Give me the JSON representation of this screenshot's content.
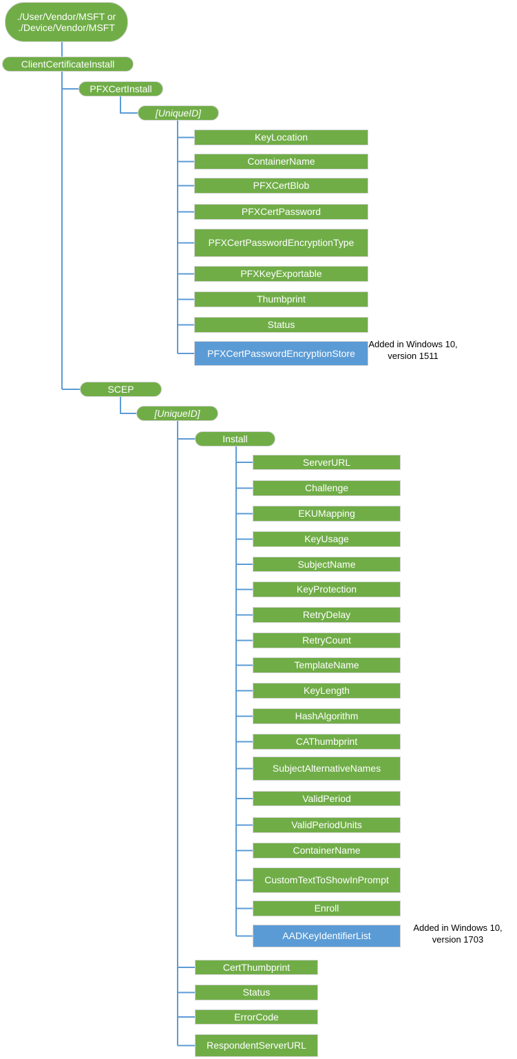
{
  "colors": {
    "node_green": "#70AD47",
    "node_blue": "#5B9BD5",
    "connector_blue": "#5B9BD5",
    "node_border": "#D3D3D3",
    "annotation_text": "#000000",
    "background": "#FFFFFF"
  },
  "tree": {
    "root": {
      "line1": "./User/Vendor/MSFT or",
      "line2": "./Device/Vendor/MSFT"
    },
    "client_certificate_install": "ClientCertificateInstall",
    "pfx": {
      "label": "PFXCertInstall",
      "unique_id": "[UniqueID]",
      "children": [
        "KeyLocation",
        "ContainerName",
        "PFXCertBlob",
        "PFXCertPassword",
        "PFXCertPasswordEncryptionType",
        "PFXKeyExportable",
        "Thumbprint",
        "Status",
        "PFXCertPasswordEncryptionStore"
      ]
    },
    "scep": {
      "label": "SCEP",
      "unique_id": "[UniqueID]",
      "install": {
        "label": "Install",
        "children": [
          "ServerURL",
          "Challenge",
          "EKUMapping",
          "KeyUsage",
          "SubjectName",
          "KeyProtection",
          "RetryDelay",
          "RetryCount",
          "TemplateName",
          "KeyLength",
          "HashAlgorithm",
          "CAThumbprint",
          "SubjectAlternativeNames",
          "ValidPeriod",
          "ValidPeriodUnits",
          "ContainerName",
          "CustomTextToShowInPrompt",
          "Enroll",
          "AADKeyIdentifierList"
        ]
      },
      "children": [
        "CertThumbprint",
        "Status",
        "ErrorCode",
        "RespondentServerURL"
      ]
    }
  },
  "annotations": {
    "v1511": {
      "line1": "Added in Windows 10,",
      "line2": "version 1511"
    },
    "v1703": {
      "line1": "Added in Windows 10,",
      "line2": "version 1703"
    }
  }
}
